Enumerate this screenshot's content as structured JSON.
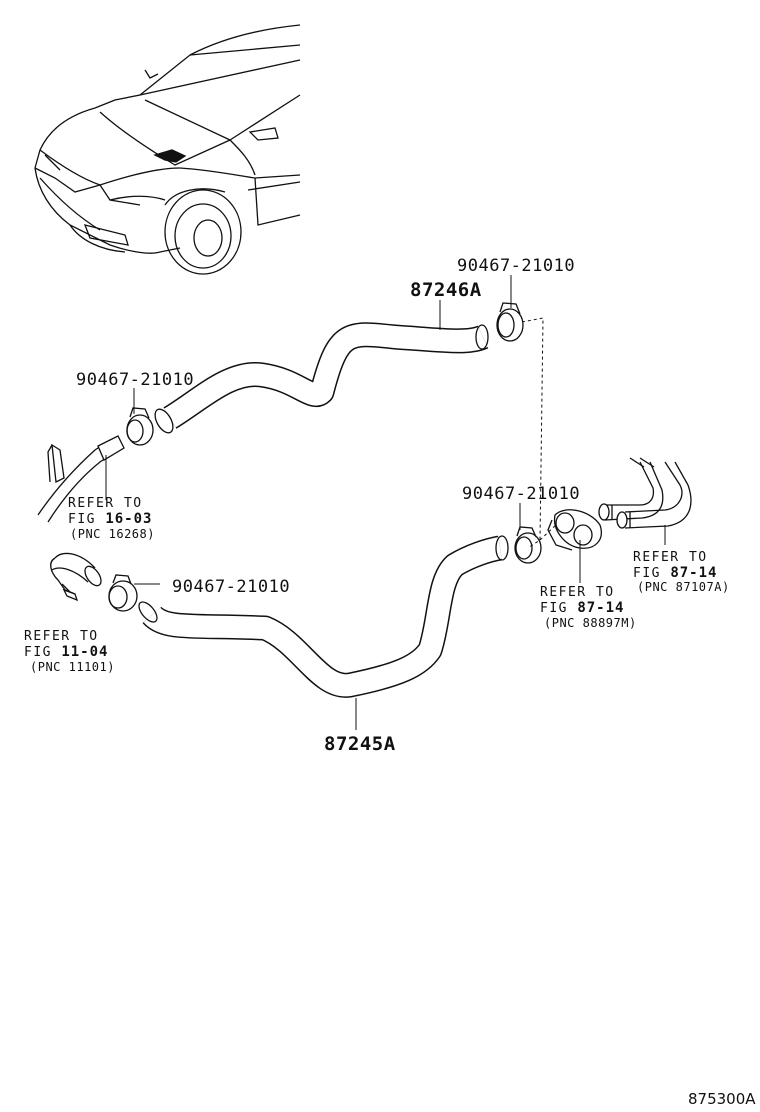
{
  "parts": {
    "hose_upper": "87246A",
    "hose_lower": "87245A",
    "clamp_top_right": "90467-21010",
    "clamp_left": "90467-21010",
    "clamp_mid_right": "90467-21010",
    "clamp_lower_left": "90467-21010"
  },
  "refs": {
    "ref_16_03": {
      "line1": "REFER TO",
      "line2_prefix": "FIG ",
      "line2_fig": "16-03",
      "pnc": "(PNC 16268)"
    },
    "ref_11_04": {
      "line1": "REFER TO",
      "line2_prefix": "FIG ",
      "line2_fig": "11-04",
      "pnc": "(PNC 11101)"
    },
    "ref_87_14_a": {
      "line1": "REFER TO",
      "line2_prefix": "FIG ",
      "line2_fig": "87-14",
      "pnc": "(PNC 88897M)"
    },
    "ref_87_14_b": {
      "line1": "REFER TO",
      "line2_prefix": "FIG ",
      "line2_fig": "87-14",
      "pnc": "(PNC 87107A)"
    }
  },
  "figure_id": "875300A",
  "icons": {
    "car": "car-locator-icon",
    "clamp": "hose-clamp-icon",
    "grommet": "grommet-icon",
    "heater_pipes": "heater-pipe-icon"
  }
}
